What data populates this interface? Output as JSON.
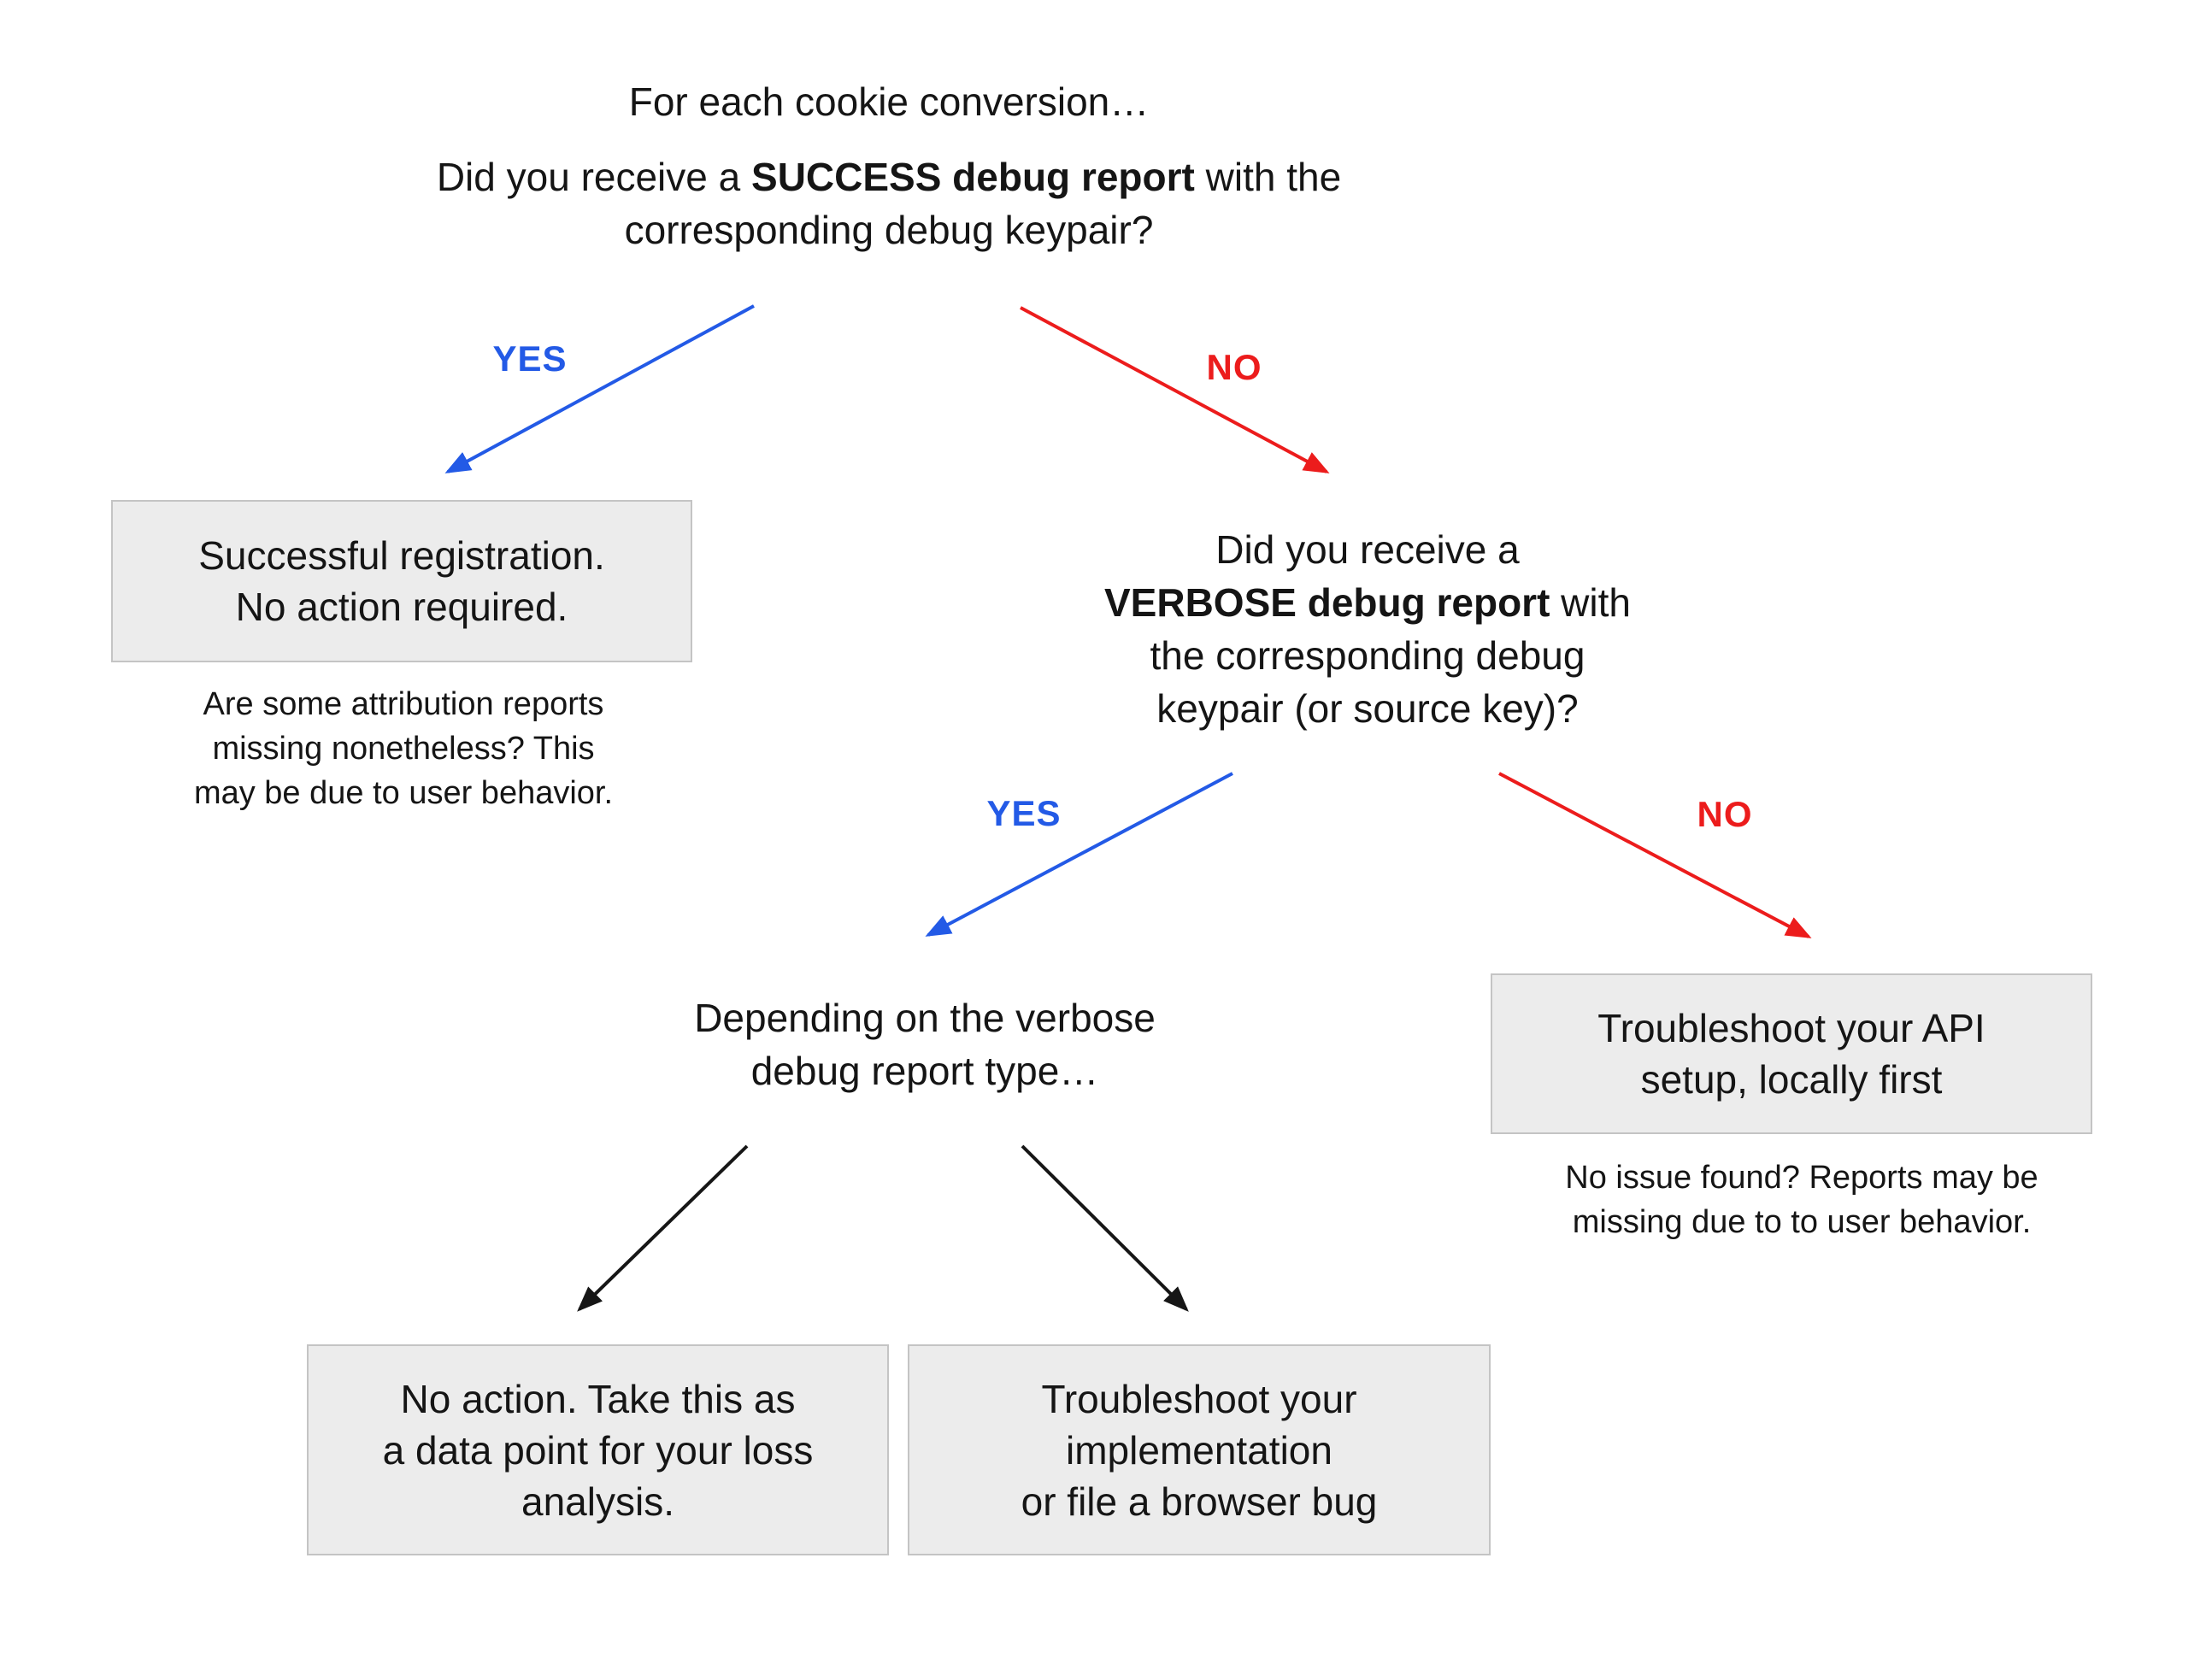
{
  "colors": {
    "yes_blue": "#235ae6",
    "no_red": "#ec1c1c",
    "box_fill": "#ececec",
    "box_border": "#c4c4c4",
    "text": "#151515",
    "arrow_black": "#161616",
    "bg": "#ffffff"
  },
  "root_question": {
    "intro": "For each cookie conversion…",
    "line1_pre": "Did you receive a ",
    "line1_bold": "SUCCESS debug report",
    "line1_post": " with the",
    "line2": "corresponding debug keypair?"
  },
  "labels": {
    "yes1": "YES",
    "no1": "NO",
    "yes2": "YES",
    "no2": "NO"
  },
  "success_outcome": {
    "line1": "Successful registration.",
    "line2": "No action required."
  },
  "success_note": {
    "line1": "Are some attribution reports",
    "line2": "missing nonetheless? This",
    "line3": "may be due to user behavior."
  },
  "verbose_question": {
    "line1": "Did you receive a",
    "line2_bold": "VERBOSE debug report",
    "line2_post": " with",
    "line3": "the corresponding debug",
    "line4": "keypair (or source key)?"
  },
  "depending": {
    "line1": "Depending on the verbose",
    "line2": "debug report type…"
  },
  "loss_outcome": {
    "line1": "No action. Take this as",
    "line2": "a data point for your loss",
    "line3": "analysis."
  },
  "implementation_outcome": {
    "line1": "Troubleshoot your",
    "line2": "implementation",
    "line3": "or file a browser bug"
  },
  "api_outcome": {
    "line1": "Troubleshoot your API",
    "line2": "setup, locally first"
  },
  "api_note": {
    "line1": "No issue found? Reports may be",
    "line2": "missing due to to user behavior."
  }
}
